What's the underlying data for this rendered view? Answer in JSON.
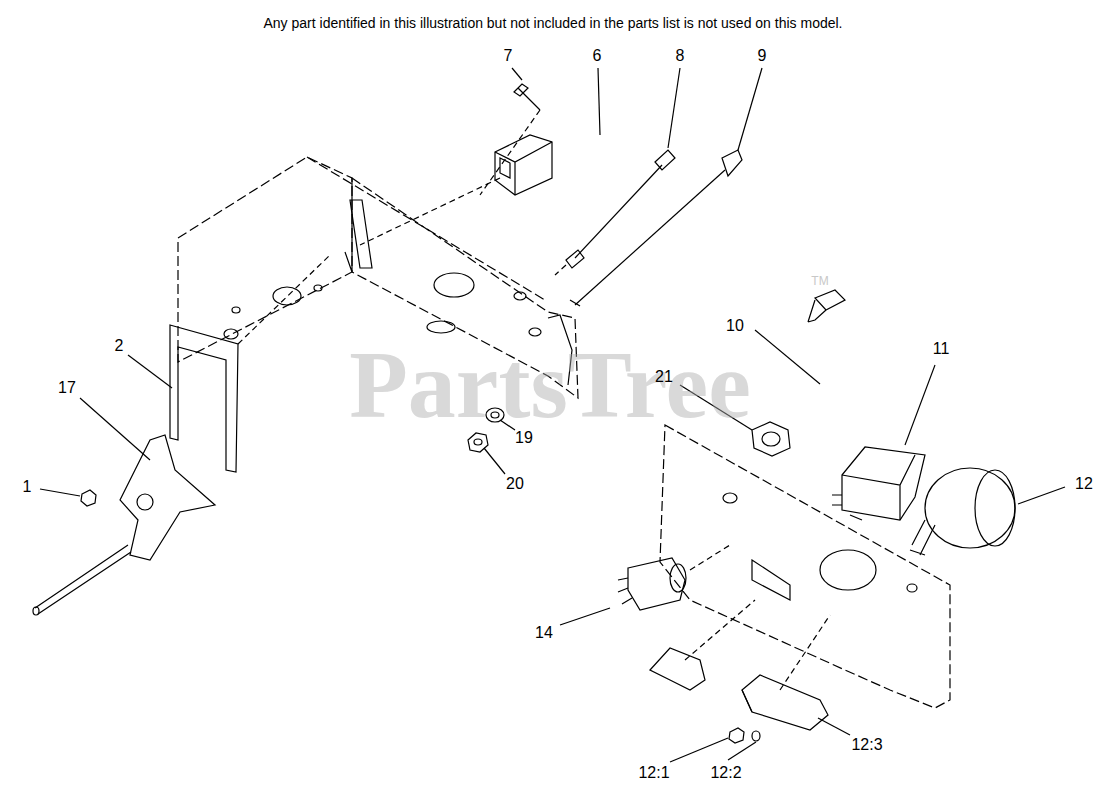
{
  "diagram": {
    "labels": [
      "Any part identified in this illustration but not included in the parts list is not used on this model.",
      "PartsTree",
      "TM",
      "7",
      "6",
      "8",
      "9",
      "2",
      "17",
      "1",
      "19",
      "20",
      "21",
      "10",
      "11",
      "12",
      "14",
      "12:1",
      "12:2",
      "12:3"
    ]
  }
}
